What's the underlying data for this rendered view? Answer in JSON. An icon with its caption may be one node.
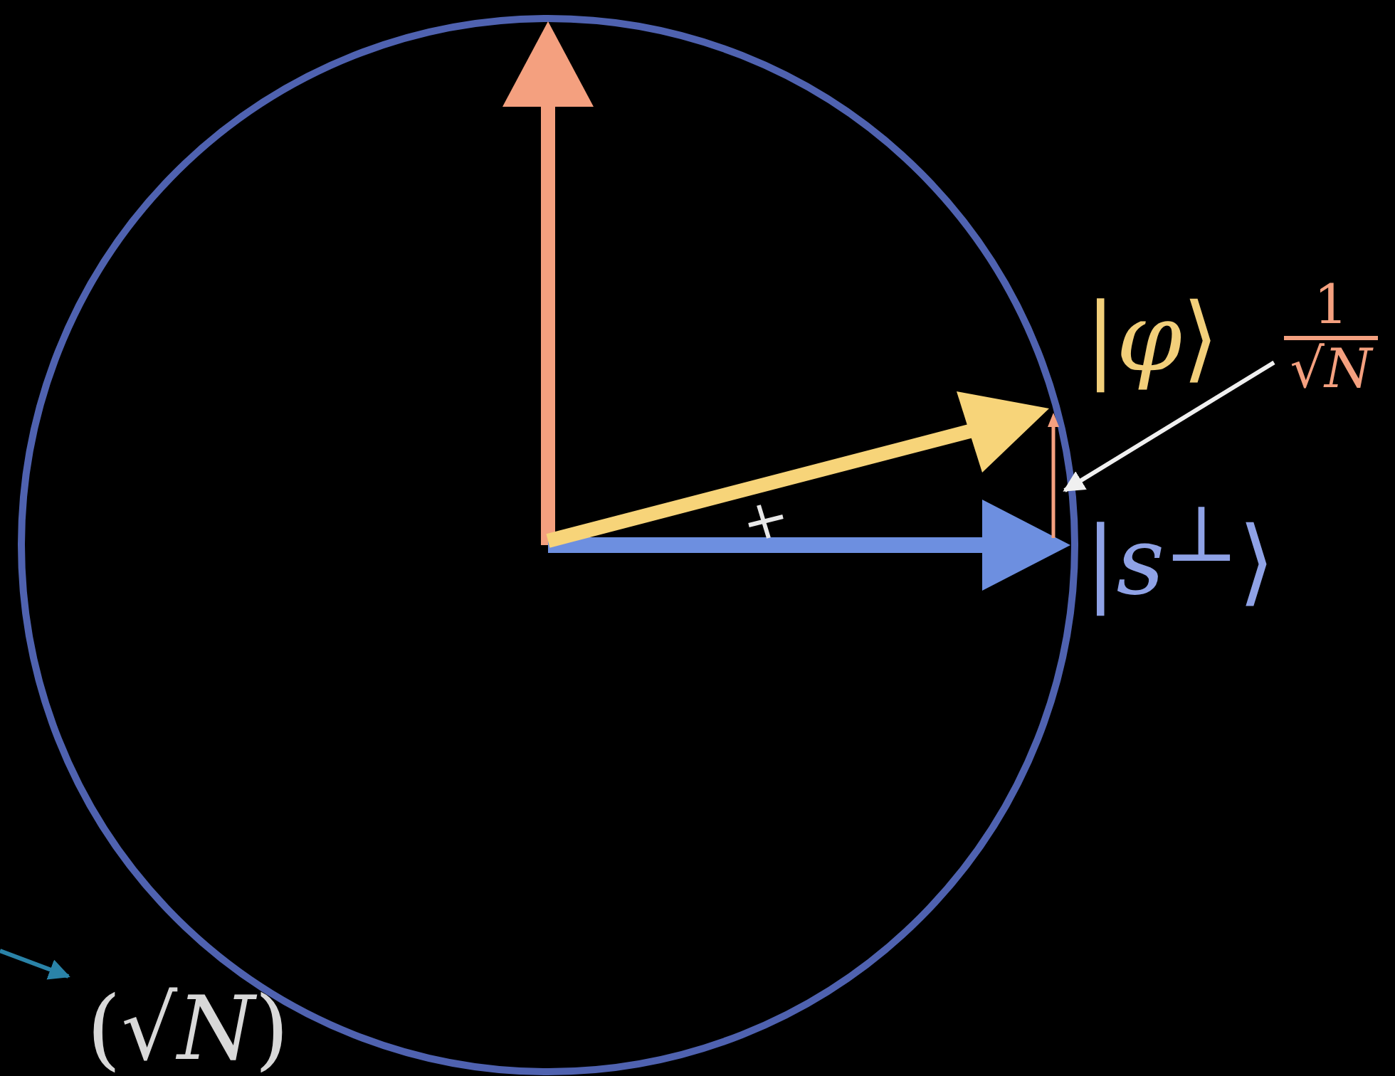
{
  "diagram": {
    "nodes": [
      {
        "text": [
          "1",
          "√*N*"
        ]
      },
      {
        "text": [],
        "shape": "bar"
      },
      {
        "text": [
          "(√*N*)"
        ]
      }
    ],
    "edges": [
      {
        "from": 0,
        "to": 1,
        "arrow": "to"
      },
      {
        "from": null,
        "to": 2,
        "arrow": "to",
        "color": "#2a83a8"
      }
    ],
    "labels": [
      "|*φ*⟩",
      "|*s*$^{⊥}$⟩"
    ]
  }
}
